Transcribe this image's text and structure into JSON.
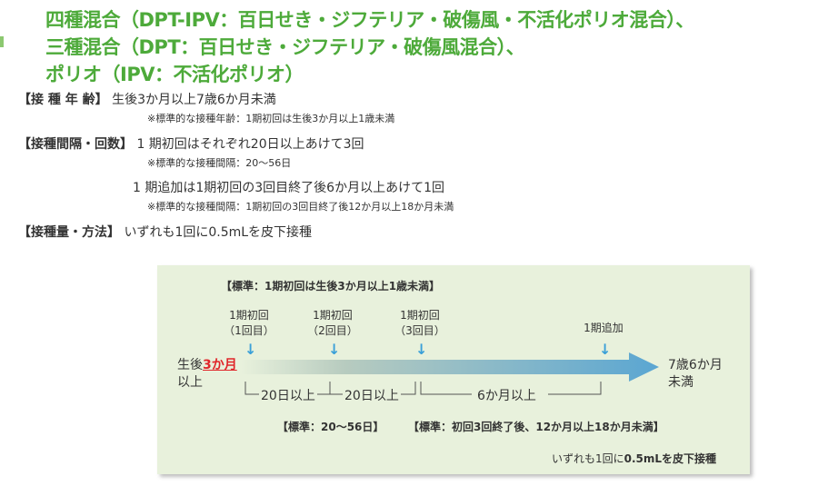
{
  "titles": {
    "line1": "四種混合（DPT-IPV：百日せき・ジフテリア・破傷風・不活化ポリオ混合）、",
    "line2": "三種混合（DPT：百日せき・ジフテリア・破傷風混合）、",
    "line3": "ポリオ（IPV：不活化ポリオ）"
  },
  "info": {
    "age_label": "【接 種 年 齢】",
    "age_text": "生後3か月以上7歳6か月未満",
    "age_note": "※標準的な接種年齢：1期初回は生後3か月以上1歳未満",
    "interval_label": "【接種間隔・回数】",
    "interval_text1": "1 期初回はそれぞれ20日以上あけて3回",
    "interval_note1": "※標準的な接種間隔：20～56日",
    "interval_text2": "1 期追加は1期初回の3回目終了後6か月以上あけて1回",
    "interval_note2": "※標準的な接種間隔：1期初回の3回目終了後12か月以上18か月未満",
    "dose_label": "【接種量・方法】",
    "dose_text": "いずれも1回に0.5mLを皮下接種"
  },
  "diagram": {
    "standard_note": "【標準：1期初回は生後3か月以上1歳未満】",
    "doses": [
      {
        "line1": "1期初回",
        "line2": "（1回目）"
      },
      {
        "line1": "1期初回",
        "line2": "（2回目）"
      },
      {
        "line1": "1期初回",
        "line2": "（3回目）"
      },
      {
        "line1": "1期追加",
        "line2": ""
      }
    ],
    "start_prefix": "生後",
    "start_red": "3か月",
    "start_suffix": "以上",
    "end_line1": "7歳6か月",
    "end_line2": "未満",
    "interval1": "20日以上",
    "interval2": "20日以上",
    "interval3": "6か月以上",
    "std_interval": "【標準：20～56日】",
    "std_booster": "【標準：初回3回終了後、12か月以上18か月未満】",
    "footer_prefix": "いずれも1回に",
    "footer_bold": "0.5mLを皮下接種",
    "arrow_color": "#5aa6d2",
    "accent_red": "#e0262a",
    "title_green": "#4daa3a",
    "panel_bg": "#e8f1dc"
  }
}
